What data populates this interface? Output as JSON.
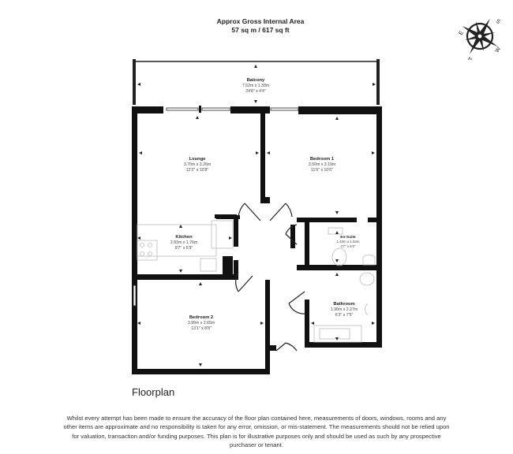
{
  "header": {
    "title": "Approx Gross Internal Area",
    "area": "57 sq m / 617 sq ft"
  },
  "compass": {
    "icon": "compass-rose-icon",
    "labels": {
      "north": "N",
      "south": "S",
      "east": "E",
      "west": "W"
    }
  },
  "rooms": {
    "balcony": {
      "name": "Balcony",
      "metric": "7.52m x 1.33m",
      "imperial": "24'8\" x 4'4\""
    },
    "lounge": {
      "name": "Lounge",
      "metric": "3.70m x 3.26m",
      "imperial": "12'2\" x 10'8\""
    },
    "bedroom1": {
      "name": "Bedroom 1",
      "metric": "3.50m x 3.19m",
      "imperial": "11'6\" x 10'6\""
    },
    "kitchen": {
      "name": "Kitchen",
      "metric": "2.93m x 1.76m",
      "imperial": "9'7\" x 5'9\""
    },
    "ensuite": {
      "name": "En-Suite",
      "metric": "1.40m x 1.53m",
      "imperial": "4'7\" x 5'0\""
    },
    "bathroom": {
      "name": "Bathroom",
      "metric": "1.90m x 2.27m",
      "imperial": "6'3\" x 7'5\""
    },
    "bedroom2": {
      "name": "Bedroom 2",
      "metric": "3.99m x 2.65m",
      "imperial": "13'1\" x 8'8\""
    }
  },
  "floor_title": "Floorplan",
  "disclaimer": "Whilst every attempt has been made to ensure the accuracy of the floor plan contained here, measurements of doors, windows, rooms and any other items are approximate and no responsibility is taken for any error, omission, or mis-statement. The measurements should not be relied upon for valuation, transaction and/or funding purposes. This plan is for illustrative purposes only and should be used as such by any prospective purchaser or tenant."
}
